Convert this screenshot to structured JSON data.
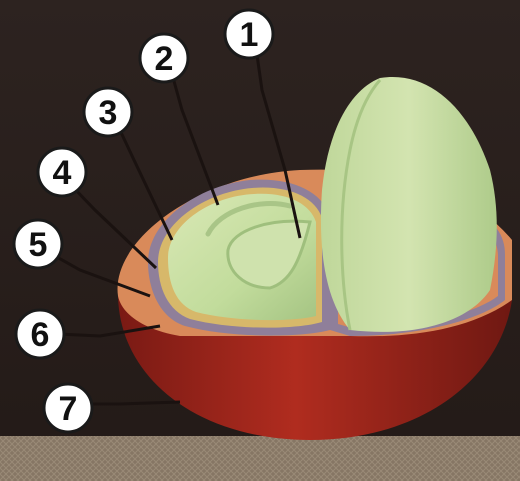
{
  "diagram": {
    "labels": [
      {
        "id": 1,
        "text": "1"
      },
      {
        "id": 2,
        "text": "2"
      },
      {
        "id": 3,
        "text": "3"
      },
      {
        "id": 4,
        "text": "4"
      },
      {
        "id": 5,
        "text": "5"
      },
      {
        "id": 6,
        "text": "6"
      },
      {
        "id": 7,
        "text": "7"
      }
    ],
    "colors": {
      "background": "#2b211d",
      "table": "#8a7b68",
      "outer_skin": "#a8291e",
      "pulp": "#d98a5a",
      "parchment": "#8f7f9a",
      "silver_skin": "#d7b86a",
      "bean": "#b8d497",
      "bean_dark": "#9fbf7d"
    }
  }
}
